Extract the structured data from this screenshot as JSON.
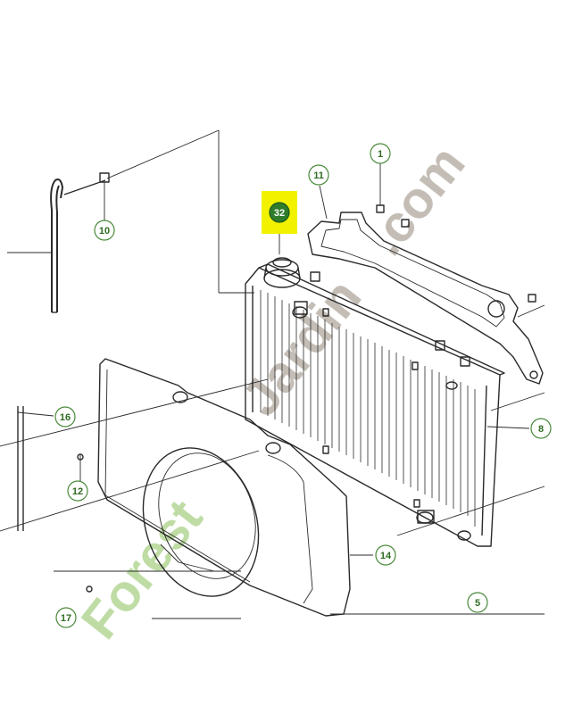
{
  "callouts": [
    {
      "id": "c1",
      "label": "1",
      "highlight": false
    },
    {
      "id": "c5",
      "label": "5",
      "highlight": false
    },
    {
      "id": "c8",
      "label": "8",
      "highlight": false
    },
    {
      "id": "c10",
      "label": "10",
      "highlight": false
    },
    {
      "id": "c11",
      "label": "11",
      "highlight": false
    },
    {
      "id": "c12",
      "label": "12",
      "highlight": false
    },
    {
      "id": "c14",
      "label": "14",
      "highlight": false
    },
    {
      "id": "c16",
      "label": "16",
      "highlight": false
    },
    {
      "id": "c17",
      "label": "17",
      "highlight": false
    },
    {
      "id": "c32",
      "label": "32",
      "highlight": true
    }
  ],
  "watermark": {
    "part_a": "Forest",
    "part_b": "Jardin",
    "part_c": ".com",
    "colors": {
      "green": "#b7d99a",
      "orange": "#f3b35c",
      "gray": "#bdb6ad"
    }
  },
  "colors": {
    "line": "#2a2a2a",
    "callout_fill": "#ffffff",
    "callout_stroke": "#4a8a3a",
    "callout_text": "#2f6b22",
    "highlight_bg": "#f2f200",
    "highlight_fill": "#2f7d2c"
  }
}
